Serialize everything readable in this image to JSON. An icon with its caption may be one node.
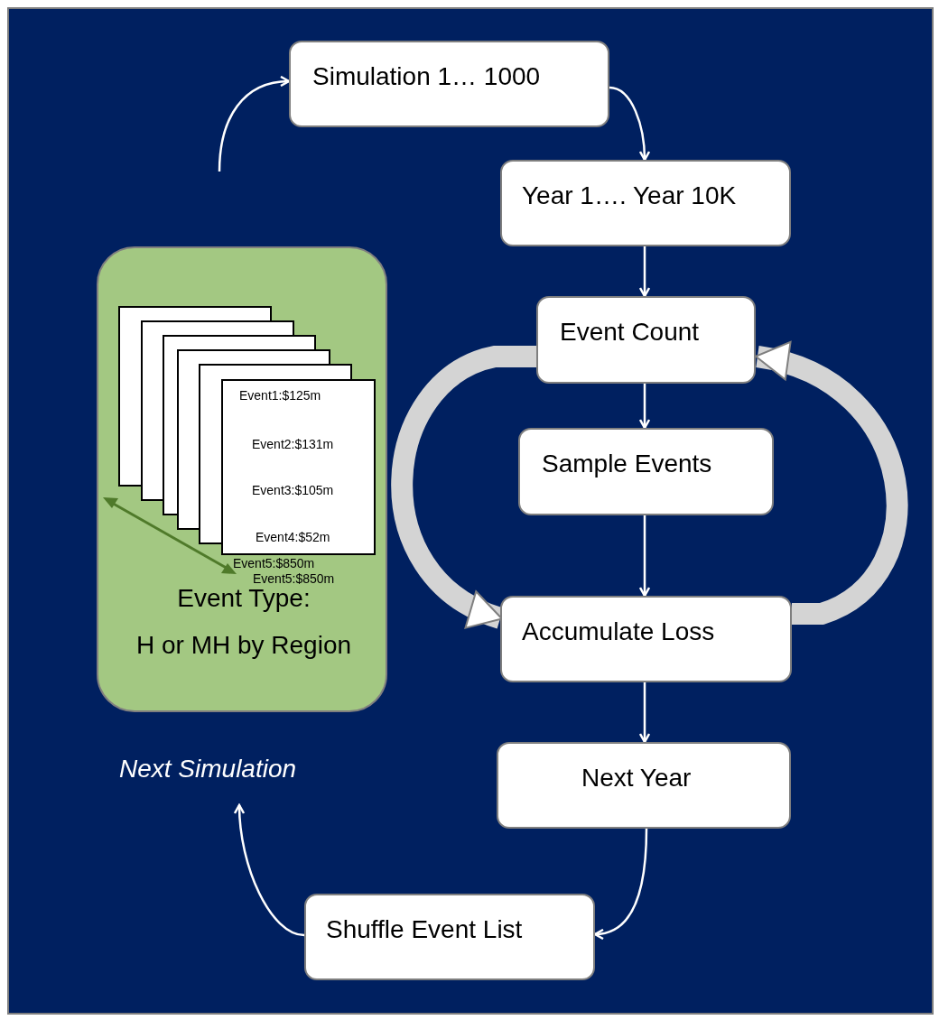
{
  "diagram": {
    "nodes": [
      {
        "text": [
          "Simulation 1… 1000"
        ]
      },
      {
        "text": [
          "Year 1…. Year 10K"
        ]
      },
      {
        "text": [
          "Event Count"
        ]
      },
      {
        "text": [
          "Sample Events"
        ]
      },
      {
        "text": [
          "Accumulate Loss"
        ]
      },
      {
        "text": [
          "Next Year"
        ]
      },
      {
        "text": [
          "Shuffle Event List"
        ]
      },
      {
        "text": [
          "Event Type:",
          "H or MH by Region"
        ]
      },
      {
        "text": [
          "Event1:$125m",
          "Event2:$131m",
          "Event3:$105m",
          "Event4:$52m"
        ],
        "in": 7
      },
      {
        "text": [
          "Next Simulation"
        ]
      }
    ],
    "edges": [
      {
        "from": null,
        "to": 0,
        "arrow": "to"
      },
      {
        "from": 0,
        "to": 1,
        "arrow": "to"
      },
      {
        "from": 1,
        "to": 2,
        "arrow": "to"
      },
      {
        "from": 2,
        "to": 3,
        "arrow": "to"
      },
      {
        "from": 3,
        "to": 4,
        "arrow": "to"
      },
      {
        "from": 4,
        "to": 5,
        "arrow": "to"
      },
      {
        "from": 5,
        "to": 6,
        "arrow": "to"
      },
      {
        "from": 6,
        "to": 9,
        "arrow": "to"
      },
      {
        "from": 2,
        "to": 4,
        "arrow": "to",
        "style": "thick",
        "color": "#d4d4d4"
      },
      {
        "from": 4,
        "to": 2,
        "arrow": "to",
        "style": "thick",
        "color": "#d4d4d4"
      }
    ],
    "labels": [
      "Event5:$850m",
      "Event5:$850m"
    ]
  }
}
